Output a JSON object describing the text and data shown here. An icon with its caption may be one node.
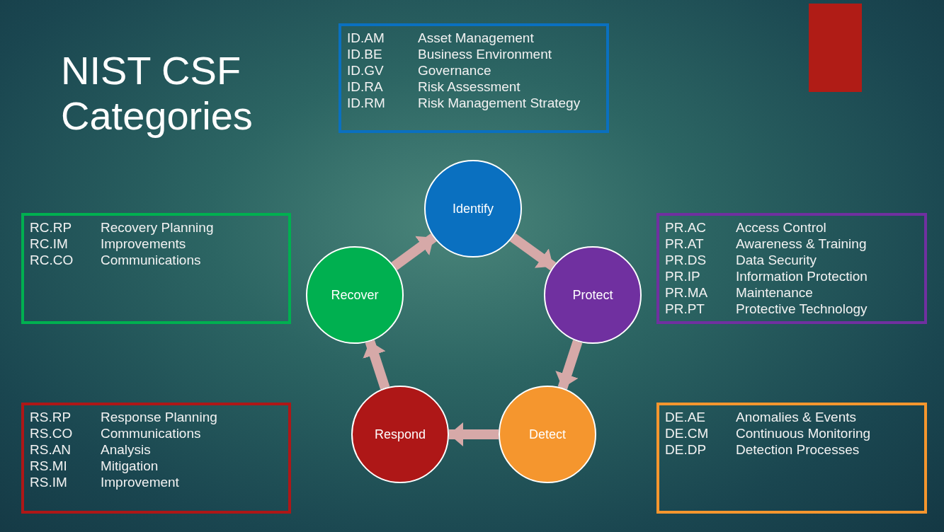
{
  "diagram": {
    "title": "NIST CSF Categories",
    "nodes": [
      {
        "text": [
          "Identify"
        ]
      },
      {
        "text": [
          "Protect"
        ]
      },
      {
        "text": [
          "Detect"
        ]
      },
      {
        "text": [
          "Respond"
        ]
      },
      {
        "text": [
          "Recover"
        ]
      },
      {
        "text": [
          "ID.AM",
          "Asset Management",
          "ID.BE",
          "Business Environment",
          "ID.GV",
          "Governance",
          "ID.RA",
          "Risk Assessment",
          "ID.RM",
          "Risk Management Strategy"
        ]
      },
      {
        "text": [
          "RC.RP",
          "Recovery Planning",
          "RC.IM",
          "Improvements",
          "RC.CO",
          "Communications"
        ]
      },
      {
        "text": [
          "PR.AC",
          "Access Control",
          "PR.AT",
          "Awareness & Training",
          "PR.DS",
          "Data Security",
          "PR.IP",
          "Information Protection",
          "PR.MA",
          "Maintenance",
          "PR.PT",
          "Protective Technology"
        ]
      },
      {
        "text": [
          "RS.RP",
          "Response Planning",
          "RS.CO",
          "Communications",
          "RS.AN",
          "Analysis",
          "RS.MI",
          "Mitigation",
          "RS.IM",
          "Improvement"
        ]
      },
      {
        "text": [
          "DE.AE",
          "Anomalies & Events",
          "DE.CM",
          "Continuous Monitoring",
          "DE.DP",
          "Detection Processes"
        ]
      }
    ],
    "edges": [
      {
        "from": 0,
        "to": 1,
        "arrow": "to"
      },
      {
        "from": 1,
        "to": 2,
        "arrow": "to"
      },
      {
        "from": 2,
        "to": 3,
        "arrow": "to"
      },
      {
        "from": 3,
        "to": 4,
        "arrow": "to"
      },
      {
        "from": 4,
        "to": 0,
        "arrow": "to"
      }
    ]
  }
}
